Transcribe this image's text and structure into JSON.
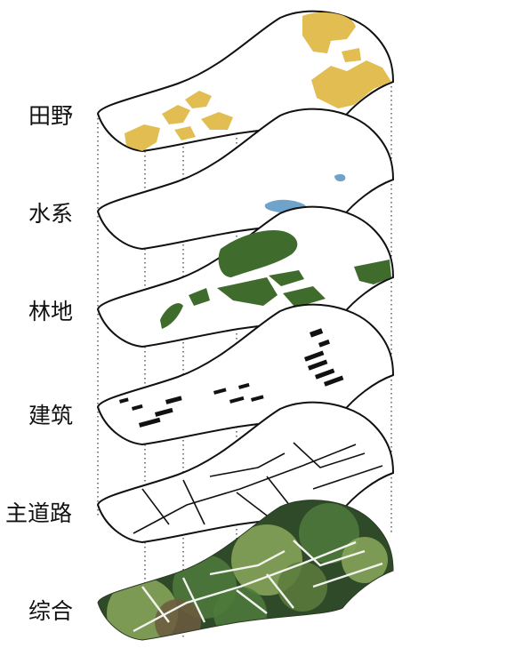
{
  "layers": [
    {
      "id": "fields",
      "label": "田野",
      "fill": "#e2bd52"
    },
    {
      "id": "water",
      "label": "水系",
      "fill": "#6fa3c9"
    },
    {
      "id": "forest",
      "label": "林地",
      "fill": "#3f6b2c"
    },
    {
      "id": "buildings",
      "label": "建筑",
      "fill": "#111111"
    },
    {
      "id": "roads",
      "label": "主道路",
      "fill": "#111111"
    },
    {
      "id": "composite",
      "label": "综合",
      "fill": "#4e7a3c"
    }
  ],
  "colors": {
    "outline": "#111111",
    "guide": "#333333",
    "satellite_dark": "#2f4a28",
    "satellite_light": "#8aa85a",
    "road_white": "#f3f3f0"
  }
}
